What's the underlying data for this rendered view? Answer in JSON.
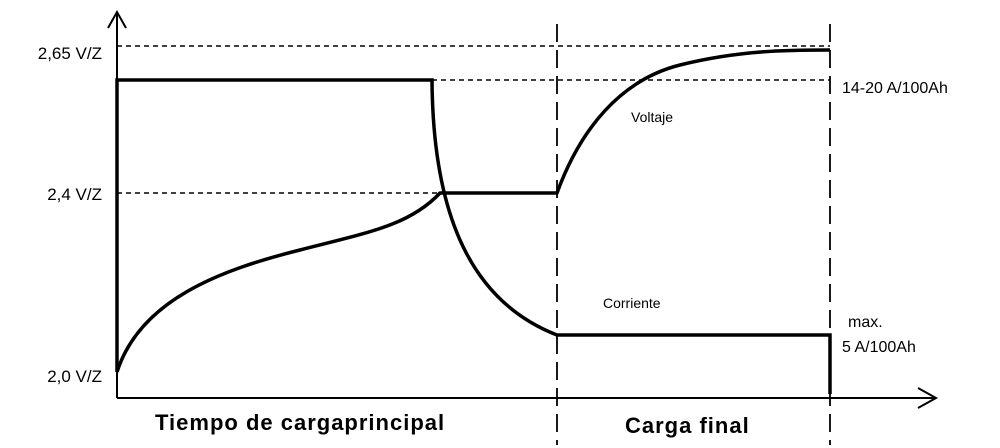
{
  "y_labels": {
    "top": "2,65 V/Z",
    "mid": "2,4 V/Z",
    "bottom": "2,0 V/Z"
  },
  "right_labels": {
    "current_initial": "14-20 A/100Ah",
    "current_final_line1": "max.",
    "current_final_line2": "5 A/100Ah"
  },
  "curve_labels": {
    "voltage": "Voltaje",
    "current": "Corriente"
  },
  "phases": {
    "main": "Tiempo de cargaprincipal",
    "final": "Carga final"
  }
}
